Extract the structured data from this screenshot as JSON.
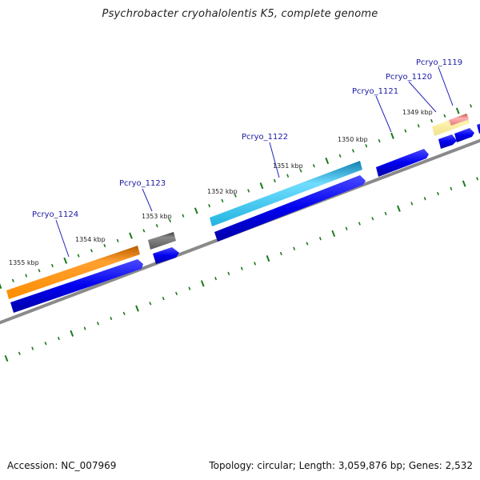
{
  "title": "Psychrobacter cryohalolentis K5, complete genome",
  "footer": {
    "accession": "Accession: NC_007969",
    "summary": "Topology: circular; Length: 3,059,876 bp; Genes: 2,532"
  },
  "ticks": [
    {
      "label": "1355 kbp",
      "kbp": 1355
    },
    {
      "label": "1354 kbp",
      "kbp": 1354
    },
    {
      "label": "1353 kbp",
      "kbp": 1353
    },
    {
      "label": "1352 kbp",
      "kbp": 1352
    },
    {
      "label": "1351 kbp",
      "kbp": 1351
    },
    {
      "label": "1350 kbp",
      "kbp": 1350
    },
    {
      "label": "1349 kbp",
      "kbp": 1349
    }
  ],
  "genes": [
    {
      "name": "Pcryo_1124",
      "color": "#ff8c00"
    },
    {
      "name": "Pcryo_1123",
      "color": "#666666"
    },
    {
      "name": "Pcryo_1122",
      "color": "#22b4e0"
    },
    {
      "name": "Pcryo_1121",
      "color": "#0000ee"
    },
    {
      "name": "Pcryo_1120",
      "color": "#f0e08c"
    },
    {
      "name": "Pcryo_1119",
      "color": "#e07a7a"
    }
  ],
  "colors": {
    "orf": "#0000ee",
    "backbone": "#888888",
    "tick": "#1a7a1a",
    "label": "#1a1aa6"
  }
}
